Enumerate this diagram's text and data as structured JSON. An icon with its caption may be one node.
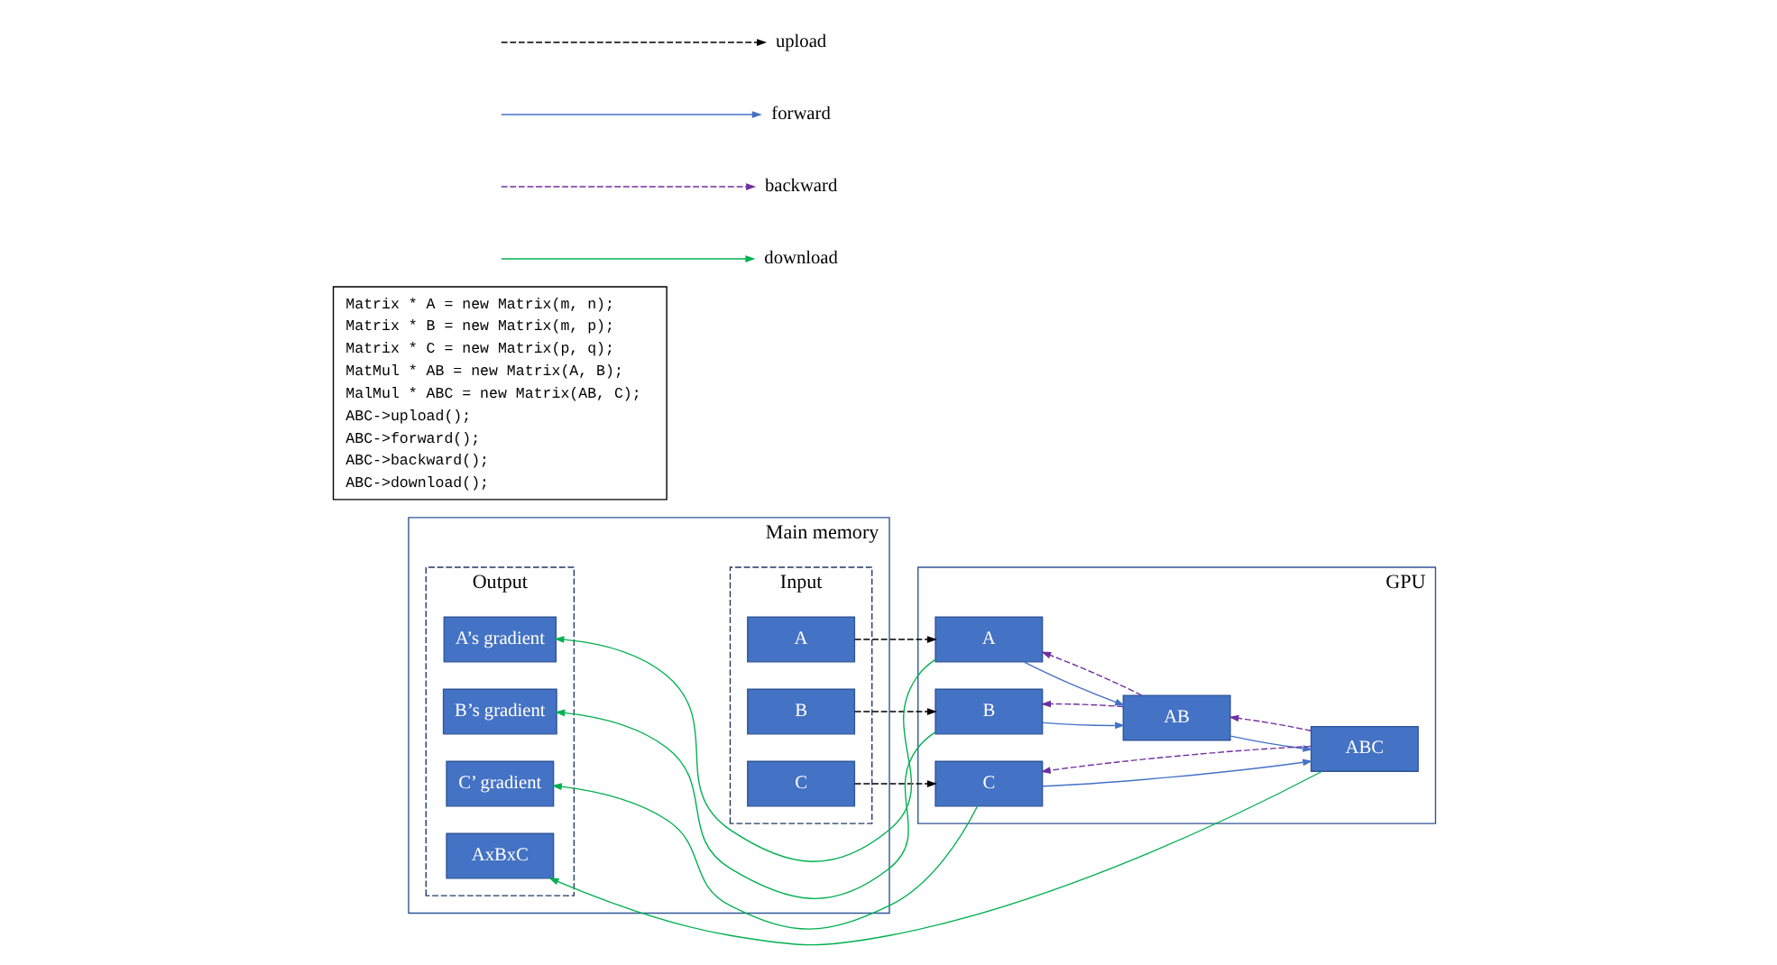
{
  "diagram": {
    "nodes": [
      {
        "text": [
          "Matrix * A = new Matrix(m, n);",
          "Matrix * B = new Matrix(m, p);",
          "Matrix * C = new Matrix(p, q);",
          "MatMul * AB = new Matrix(A, B);",
          "MalMul * ABC = new Matrix(AB, C);",
          "ABC->upload();",
          "ABC->forward();",
          "ABC->backward();",
          "ABC->download();"
        ]
      },
      {
        "text": [
          "Main memory"
        ]
      },
      {
        "text": [
          "Input"
        ],
        "in": 1
      },
      {
        "text": [
          "A"
        ],
        "in": 2
      },
      {
        "text": [
          "B"
        ],
        "in": 2
      },
      {
        "text": [
          "C"
        ],
        "in": 2
      },
      {
        "text": [
          "Output"
        ],
        "in": 1
      },
      {
        "text": [
          "A’s gradient"
        ],
        "in": 6
      },
      {
        "text": [
          "B’s gradient"
        ],
        "in": 6
      },
      {
        "text": [
          "C’ gradient"
        ],
        "in": 6
      },
      {
        "text": [
          "AxBxC"
        ],
        "in": 6
      },
      {
        "text": [
          "GPU"
        ]
      },
      {
        "text": [
          "A"
        ],
        "in": 11
      },
      {
        "text": [
          "B"
        ],
        "in": 11
      },
      {
        "text": [
          "AB"
        ],
        "in": 11
      },
      {
        "text": [
          "C"
        ],
        "in": 11
      },
      {
        "text": [
          "ABC"
        ],
        "in": 11
      }
    ],
    "edges": [
      {
        "from": 3,
        "to": 12,
        "arrow": "to",
        "style": "dashed",
        "color": "#000000"
      },
      {
        "from": 4,
        "to": 13,
        "arrow": "to",
        "style": "dashed",
        "color": "#000000"
      },
      {
        "from": 5,
        "to": 15,
        "arrow": "to",
        "style": "dashed",
        "color": "#000000"
      },
      {
        "from": 12,
        "to": 14,
        "arrow": "to",
        "color": "#4472c4"
      },
      {
        "from": 13,
        "to": 14,
        "arrow": "to",
        "color": "#4472c4"
      },
      {
        "from": 14,
        "to": 16,
        "arrow": "to",
        "color": "#4472c4"
      },
      {
        "from": 15,
        "to": 16,
        "arrow": "to",
        "color": "#4472c4"
      },
      {
        "from": 14,
        "to": 12,
        "arrow": "to",
        "style": "dashed",
        "color": "#7030a0"
      },
      {
        "from": 14,
        "to": 13,
        "arrow": "to",
        "style": "dashed",
        "color": "#7030a0"
      },
      {
        "from": 16,
        "to": 14,
        "arrow": "to",
        "style": "dashed",
        "color": "#7030a0"
      },
      {
        "from": 16,
        "to": 15,
        "arrow": "to",
        "style": "dashed",
        "color": "#7030a0"
      },
      {
        "from": 12,
        "to": 7,
        "arrow": "to",
        "color": "#00b050"
      },
      {
        "from": 13,
        "to": 8,
        "arrow": "to",
        "color": "#00b050"
      },
      {
        "from": 15,
        "to": 9,
        "arrow": "to",
        "color": "#00b050"
      },
      {
        "from": 16,
        "to": 10,
        "arrow": "to",
        "color": "#00b050"
      }
    ],
    "legend": [
      {
        "text": "upload"
      },
      {
        "text": "forward"
      },
      {
        "text": "backward"
      },
      {
        "text": "download"
      }
    ]
  }
}
